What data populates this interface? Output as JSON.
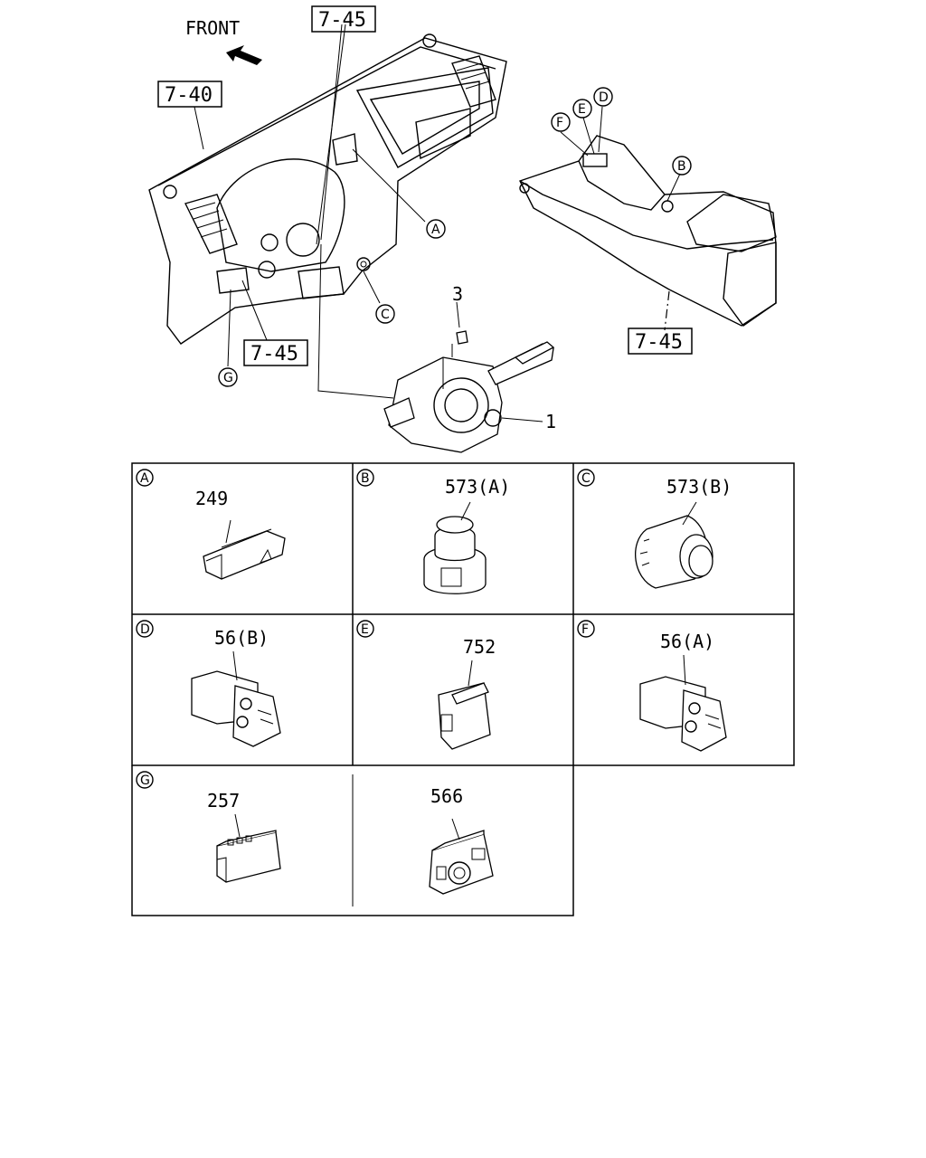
{
  "front_label": "FRONT",
  "refs": {
    "r_7_45_top": "7-45",
    "r_7_40": "7-40",
    "r_7_45_lower": "7-45",
    "r_7_45_console": "7-45"
  },
  "callouts": {
    "A": "A",
    "B": "B",
    "C": "C",
    "D": "D",
    "E": "E",
    "F": "F",
    "G": "G"
  },
  "part_numbers": {
    "main_switch": "1",
    "screw": "3"
  },
  "cells": [
    {
      "letter": "A",
      "part": "249"
    },
    {
      "letter": "B",
      "part": "573(A)"
    },
    {
      "letter": "C",
      "part": "573(B)"
    },
    {
      "letter": "D",
      "part": "56(B)"
    },
    {
      "letter": "E",
      "part": "752"
    },
    {
      "letter": "F",
      "part": "56(A)"
    },
    {
      "letter": "G",
      "part": "257"
    },
    {
      "letter": "",
      "part": "566"
    }
  ]
}
